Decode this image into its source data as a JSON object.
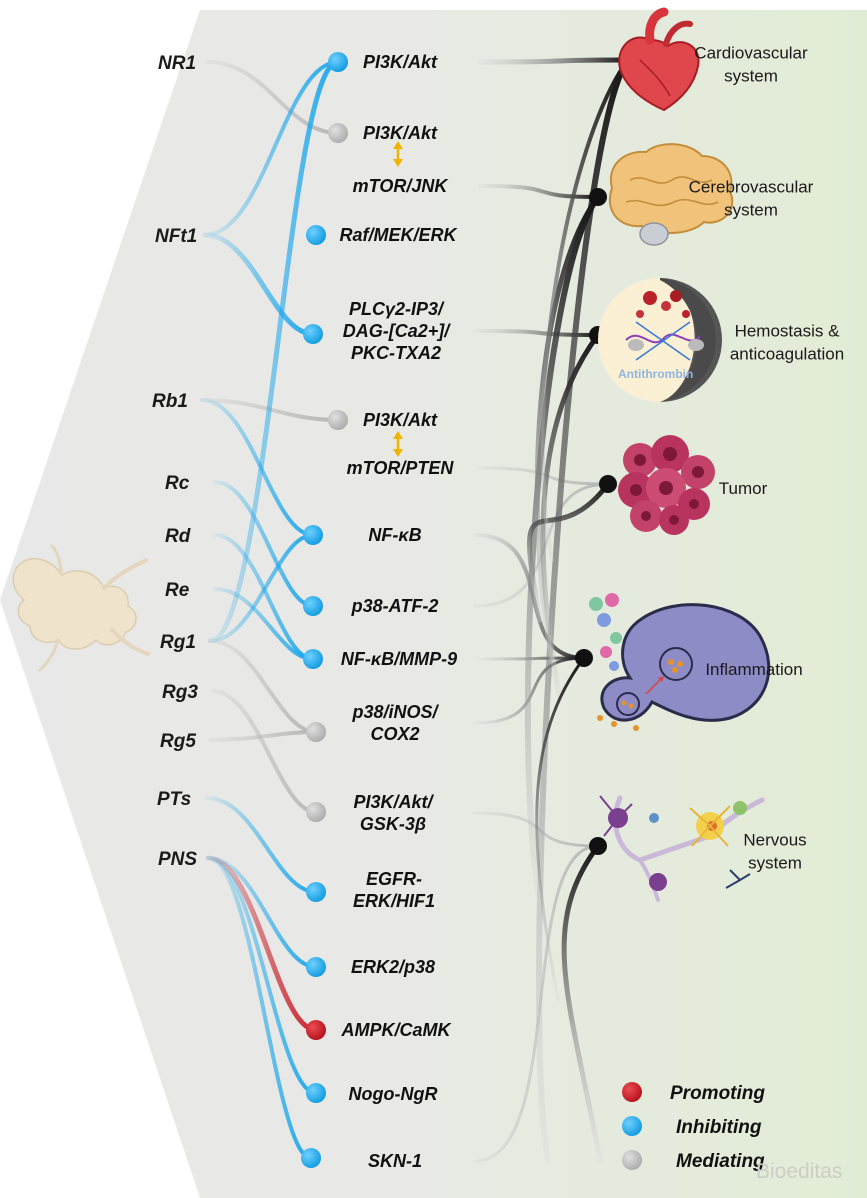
{
  "ingredients": [
    "NR1",
    "NFt1",
    "Rb1",
    "Rc",
    "Rd",
    "Re",
    "Rg1",
    "Rg3",
    "Rg5",
    "PTs",
    "PNS"
  ],
  "pathways": [
    {
      "lines": [
        "PI3K/Akt"
      ],
      "type": "inhibiting"
    },
    {
      "lines": [
        "PI3K/Akt"
      ],
      "type": "mediating"
    },
    {
      "lines": [
        "mTOR/JNK"
      ],
      "type": "none"
    },
    {
      "lines": [
        "Raf/MEK/ERK"
      ],
      "type": "inhibiting"
    },
    {
      "lines": [
        "PLCγ2-IP3/",
        "DAG-[Ca2+]/",
        "PKC-TXA2"
      ],
      "type": "inhibiting"
    },
    {
      "lines": [
        "PI3K/Akt"
      ],
      "type": "mediating"
    },
    {
      "lines": [
        "mTOR/PTEN"
      ],
      "type": "none"
    },
    {
      "lines": [
        "NF-κB"
      ],
      "type": "inhibiting"
    },
    {
      "lines": [
        "p38-ATF-2"
      ],
      "type": "inhibiting"
    },
    {
      "lines": [
        "NF-κB/MMP-9"
      ],
      "type": "inhibiting"
    },
    {
      "lines": [
        "p38/iNOS/",
        "COX2"
      ],
      "type": "mediating"
    },
    {
      "lines": [
        "PI3K/Akt/",
        "GSK-3β"
      ],
      "type": "mediating"
    },
    {
      "lines": [
        "EGFR-",
        "ERK/HIF1"
      ],
      "type": "inhibiting"
    },
    {
      "lines": [
        "ERK2/p38"
      ],
      "type": "inhibiting"
    },
    {
      "lines": [
        "AMPK/CaMK"
      ],
      "type": "promoting"
    },
    {
      "lines": [
        "Nogo-NgR"
      ],
      "type": "inhibiting"
    },
    {
      "lines": [
        "SKN-1"
      ],
      "type": "inhibiting"
    }
  ],
  "systems": [
    {
      "lines": [
        "Cardiovascular",
        "system"
      ],
      "icon": "heart-icon"
    },
    {
      "lines": [
        "Cerebrovascular",
        "system"
      ],
      "icon": "brain-icon"
    },
    {
      "lines": [
        "Hemostasis &",
        "anticoagulation"
      ],
      "icon": "antithrombin-icon",
      "icon_text": "Antithrombin"
    },
    {
      "lines": [
        "Tumor"
      ],
      "icon": "tumor-cells-icon"
    },
    {
      "lines": [
        "Inflammation"
      ],
      "icon": "macrophage-icon"
    },
    {
      "lines": [
        "Nervous",
        "system"
      ],
      "icon": "neurons-icon"
    }
  ],
  "legend": [
    {
      "label": "Promoting",
      "color": "#c8202a"
    },
    {
      "label": "Inhibiting",
      "color": "#1da7ec"
    },
    {
      "label": "Mediating",
      "color": "#bdbdbd"
    }
  ],
  "colors": {
    "promoting": "#c8202a",
    "inhibiting": "#1da7ec",
    "mediating": "#bdbdbd",
    "connector": "#1a1a1a",
    "panel_left": "#e6e6e6",
    "panel_right": "#e4edda"
  },
  "watermark": "Bioeditas"
}
